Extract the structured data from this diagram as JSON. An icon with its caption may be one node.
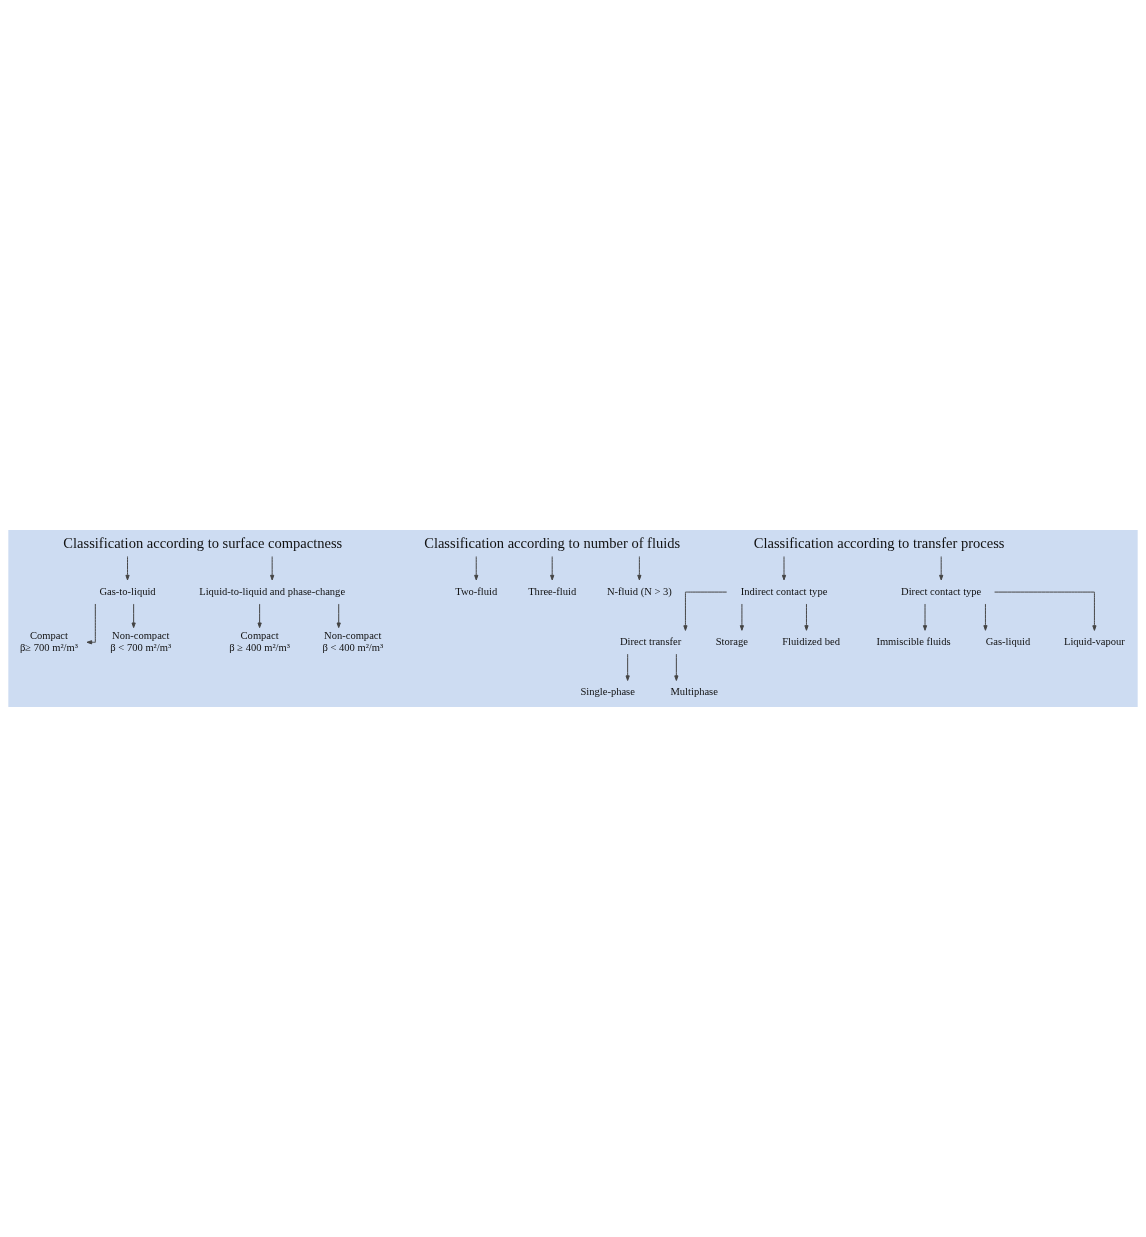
{
  "diagram": {
    "nodes": [
      {
        "text": [
          "Classification according to surface compactness"
        ]
      },
      {
        "text": [
          "Gas-to-liquid"
        ]
      },
      {
        "text": [
          "Liquid-to-liquid and phase-change"
        ]
      },
      {
        "text": [
          "Compact",
          "β≥ 700 m²/m³"
        ]
      },
      {
        "text": [
          "Non-compact",
          "β < 700 m²/m³"
        ]
      },
      {
        "text": [
          "Compact",
          "β ≥ 400 m²/m³"
        ]
      },
      {
        "text": [
          "Non-compact",
          "β < 400 m²/m³"
        ]
      },
      {
        "text": [
          "Classification according to number of fluids"
        ]
      },
      {
        "text": [
          "Two-fluid"
        ]
      },
      {
        "text": [
          "Three-fluid"
        ]
      },
      {
        "text": [
          "N-fluid (N > 3)"
        ]
      },
      {
        "text": [
          "Classification according to transfer process"
        ]
      },
      {
        "text": [
          "Indirect contact type"
        ]
      },
      {
        "text": [
          "Direct contact type"
        ]
      },
      {
        "text": [
          "Direct transfer"
        ]
      },
      {
        "text": [
          "Storage"
        ]
      },
      {
        "text": [
          "Fluidized bed"
        ]
      },
      {
        "text": [
          "Immiscible fluids"
        ]
      },
      {
        "text": [
          "Gas-liquid"
        ]
      },
      {
        "text": [
          "Liquid-vapour"
        ]
      },
      {
        "text": [
          "Single-phase"
        ]
      },
      {
        "text": [
          "Multiphase"
        ]
      }
    ],
    "edges": [
      {
        "from": 0,
        "to": 1,
        "arrow": "to"
      },
      {
        "from": 0,
        "to": 2,
        "arrow": "to"
      },
      {
        "from": 1,
        "to": 3,
        "arrow": "to"
      },
      {
        "from": 1,
        "to": 4,
        "arrow": "to"
      },
      {
        "from": 2,
        "to": 5,
        "arrow": "to"
      },
      {
        "from": 2,
        "to": 6,
        "arrow": "to"
      },
      {
        "from": 7,
        "to": 8,
        "arrow": "to"
      },
      {
        "from": 7,
        "to": 9,
        "arrow": "to"
      },
      {
        "from": 7,
        "to": 10,
        "arrow": "to"
      },
      {
        "from": 11,
        "to": 12,
        "arrow": "to"
      },
      {
        "from": 11,
        "to": 13,
        "arrow": "to"
      },
      {
        "from": 12,
        "to": 14,
        "arrow": "to"
      },
      {
        "from": 12,
        "to": 15,
        "arrow": "to"
      },
      {
        "from": 12,
        "to": 16,
        "arrow": "to"
      },
      {
        "from": 13,
        "to": 17,
        "arrow": "to"
      },
      {
        "from": 13,
        "to": 18,
        "arrow": "to"
      },
      {
        "from": 13,
        "to": 19,
        "arrow": "to"
      },
      {
        "from": 14,
        "to": 20,
        "arrow": "to"
      },
      {
        "from": 14,
        "to": 21,
        "arrow": "to"
      }
    ]
  }
}
